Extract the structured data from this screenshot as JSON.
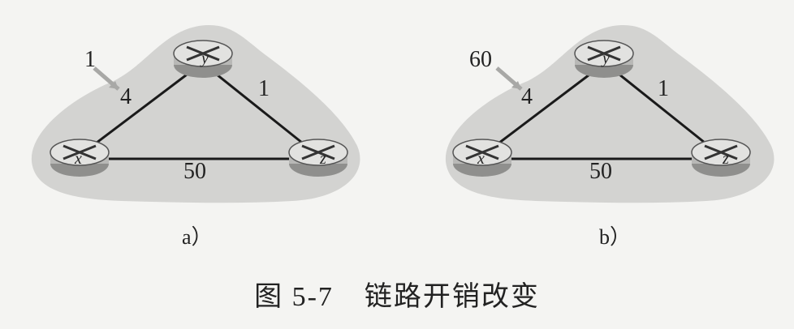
{
  "figure": {
    "caption_number": "图 5-7",
    "caption_text": "链路开销改变"
  },
  "panels": [
    {
      "id": "a",
      "sublabel": "a）",
      "routers": [
        {
          "name": "x"
        },
        {
          "name": "y"
        },
        {
          "name": "z"
        }
      ],
      "links": [
        {
          "from": "x",
          "to": "y",
          "cost": "4"
        },
        {
          "from": "y",
          "to": "z",
          "cost": "1"
        },
        {
          "from": "x",
          "to": "z",
          "cost": "50"
        }
      ],
      "change": {
        "link": "x-y",
        "new_cost": "1"
      }
    },
    {
      "id": "b",
      "sublabel": "b）",
      "routers": [
        {
          "name": "x"
        },
        {
          "name": "y"
        },
        {
          "name": "z"
        }
      ],
      "links": [
        {
          "from": "x",
          "to": "y",
          "cost": "4"
        },
        {
          "from": "y",
          "to": "z",
          "cost": "1"
        },
        {
          "from": "x",
          "to": "z",
          "cost": "50"
        }
      ],
      "change": {
        "link": "x-y",
        "new_cost": "60"
      }
    }
  ],
  "colors": {
    "cloud": "#d3d3d1",
    "link": "#1a1a1a",
    "router_body": "#b8b8b6",
    "router_top": "#e2e2e0",
    "text": "#222222"
  }
}
